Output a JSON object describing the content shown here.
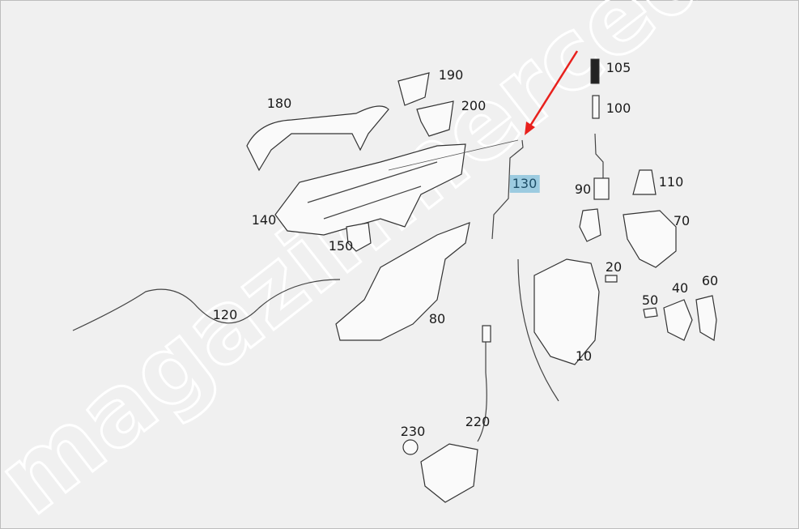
{
  "diagram": {
    "watermark": "magazinmercedes.ru",
    "highlighted_part": "130",
    "accent_color": "#9ccbe0",
    "arrow_color": "#e8201c",
    "labels": [
      {
        "id": "105",
        "text": "105"
      },
      {
        "id": "100",
        "text": "100"
      },
      {
        "id": "190",
        "text": "190"
      },
      {
        "id": "180",
        "text": "180"
      },
      {
        "id": "200",
        "text": "200"
      },
      {
        "id": "130",
        "text": "130"
      },
      {
        "id": "110",
        "text": "110"
      },
      {
        "id": "90",
        "text": "90"
      },
      {
        "id": "140",
        "text": "140"
      },
      {
        "id": "70",
        "text": "70"
      },
      {
        "id": "150",
        "text": "150"
      },
      {
        "id": "20",
        "text": "20"
      },
      {
        "id": "40",
        "text": "40"
      },
      {
        "id": "60",
        "text": "60"
      },
      {
        "id": "50",
        "text": "50"
      },
      {
        "id": "120",
        "text": "120"
      },
      {
        "id": "80",
        "text": "80"
      },
      {
        "id": "10",
        "text": "10"
      },
      {
        "id": "220",
        "text": "220"
      },
      {
        "id": "230",
        "text": "230"
      }
    ]
  }
}
